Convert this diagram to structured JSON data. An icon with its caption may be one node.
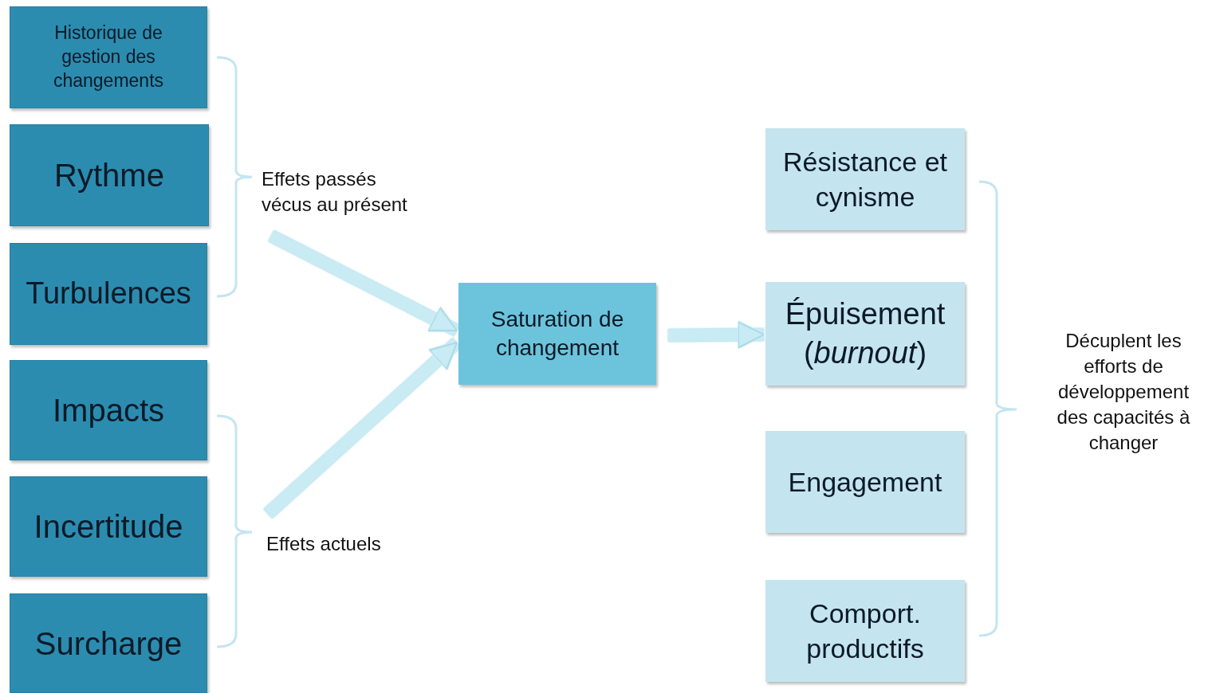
{
  "diagram": {
    "nodes": [
      {
        "text": [
          "Historique de gestion des changements"
        ]
      },
      {
        "text": [
          "Rythme"
        ]
      },
      {
        "text": [
          "Turbulences"
        ]
      },
      {
        "text": [
          "Impacts"
        ]
      },
      {
        "text": [
          "Incertitude"
        ]
      },
      {
        "text": [
          "Surcharge"
        ]
      },
      {
        "text": [
          "Effets passés vécus au présent"
        ]
      },
      {
        "text": [
          "Effets actuels"
        ]
      },
      {
        "text": [
          "Saturation de changement"
        ]
      },
      {
        "text": [
          "Résistance et cynisme"
        ]
      },
      {
        "text": [
          "Épuisement (*burnout*)"
        ]
      },
      {
        "text": [
          "Engagement"
        ]
      },
      {
        "text": [
          "Comport. productifs"
        ]
      }
    ],
    "edges": [
      {
        "from": 6,
        "to": 8,
        "arrow": "to"
      },
      {
        "from": 7,
        "to": 8,
        "arrow": "to"
      },
      {
        "from": 8,
        "to": 10,
        "arrow": "to"
      }
    ],
    "labels": [
      "Décuplent les efforts de développement des capacités à changer"
    ]
  }
}
